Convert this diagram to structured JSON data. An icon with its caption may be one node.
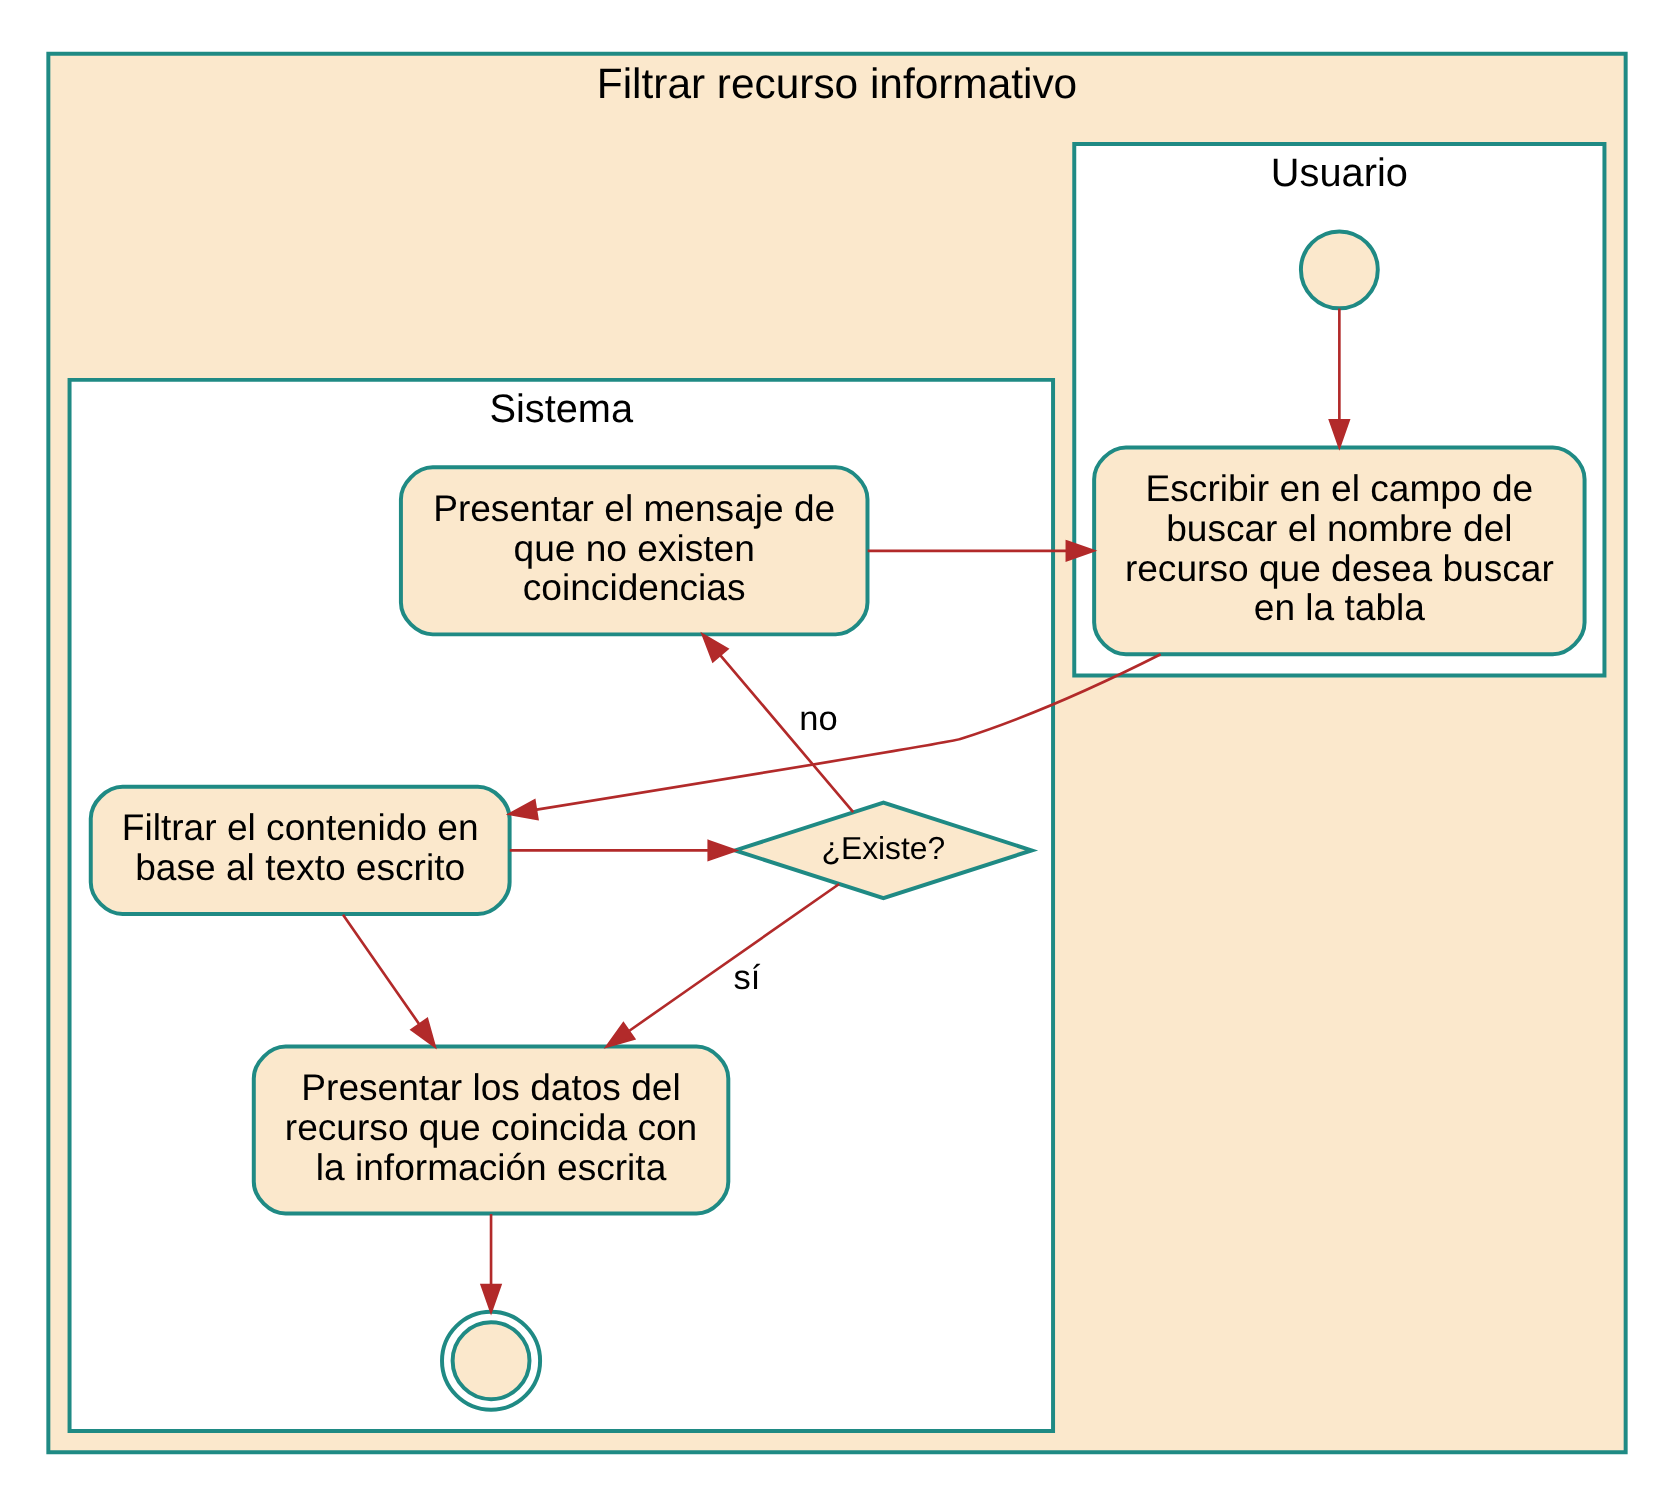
{
  "diagram": {
    "nodes": [
      {
        "text": [
          "Filtrar recurso informativo"
        ]
      },
      {
        "text": [
          "Usuario"
        ],
        "in": 0
      },
      {
        "text": [
          "Sistema"
        ],
        "in": 0
      },
      {
        "text": [],
        "shape": "circle",
        "in": 1
      },
      {
        "text": [
          "Escribir en el campo de buscar el nombre del recurso que desea buscar en la tabla"
        ],
        "in": 1
      },
      {
        "text": [
          "Presentar el mensaje de que no existen coincidencias"
        ],
        "in": 2
      },
      {
        "text": [
          "Filtrar el contenido en base al texto escrito"
        ],
        "in": 2
      },
      {
        "text": [
          "¿Existe?"
        ],
        "in": 2
      },
      {
        "text": [
          "Presentar los datos del recurso que coincida con la información escrita"
        ],
        "in": 2
      },
      {
        "text": [],
        "shape": "circle",
        "in": 2
      }
    ],
    "edges": [
      {
        "from": 3,
        "to": 4,
        "arrow": "to"
      },
      {
        "from": 5,
        "to": 4,
        "arrow": "to"
      },
      {
        "from": 4,
        "to": 6,
        "arrow": "to"
      },
      {
        "from": 6,
        "to": 7,
        "arrow": "to"
      },
      {
        "from": 7,
        "to": 5,
        "arrow": "to",
        "label": "no"
      },
      {
        "from": 7,
        "to": 8,
        "arrow": "to",
        "label": "sí"
      },
      {
        "from": 6,
        "to": 8,
        "arrow": "to"
      },
      {
        "from": 8,
        "to": 9,
        "arrow": "to"
      }
    ]
  }
}
